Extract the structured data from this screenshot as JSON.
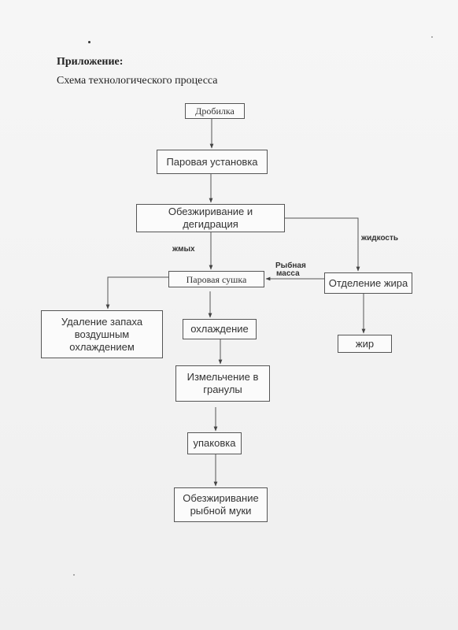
{
  "document": {
    "heading": "Приложение:",
    "subheading": "Схема технологического процесса"
  },
  "diagram": {
    "nodes": {
      "crusher": "Дробилка",
      "steam_unit": "Паровая установка",
      "degreasing_dehydration": "Обезжиривание и дегидрация",
      "fat_separation": "Отделение жира",
      "steam_drying": "Паровая сушка",
      "odor_removal": "Удаление запаха воздушным охлаждением",
      "cooling": "охлаждение",
      "fat": "жир",
      "granulation": "Измельчение в гранулы",
      "packaging": "упаковка",
      "fishmeal_degreasing": "Обезжиривание рыбной муки"
    },
    "edge_labels": {
      "liquid": "жидкость",
      "press_cake": "жмых",
      "fish_mass_line1": "Рыбная",
      "fish_mass_line2": "масса"
    }
  }
}
